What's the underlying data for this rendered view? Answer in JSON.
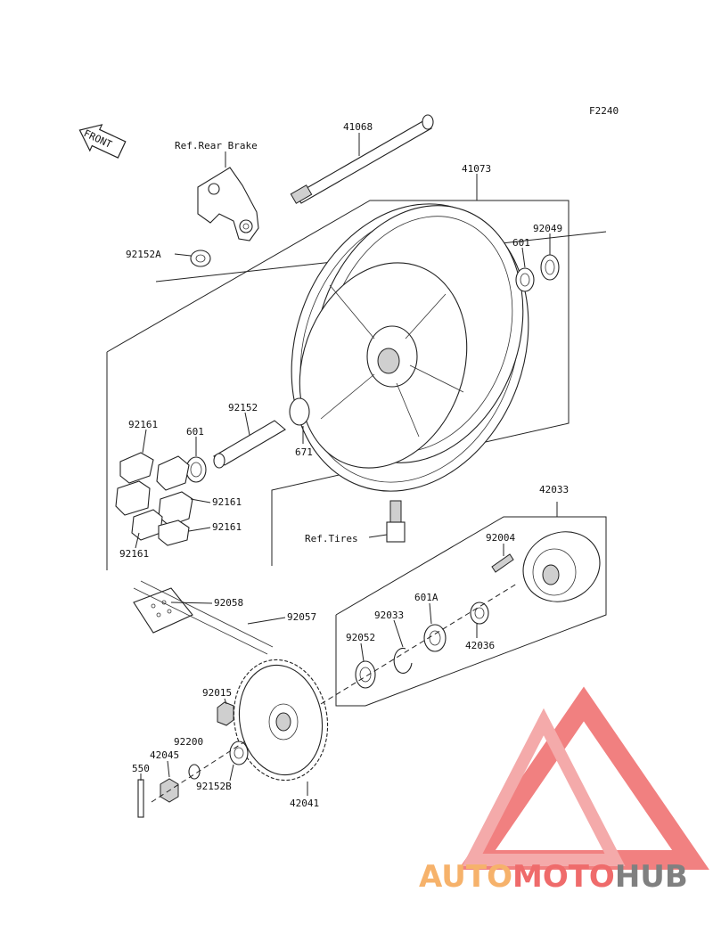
{
  "diagram": {
    "code": "F2240",
    "front_label": "FRONT",
    "labels": {
      "ref_rear_brake": "Ref.Rear Brake",
      "p41068": "41068",
      "p41073": "41073",
      "p92049": "92049",
      "p601_top": "601",
      "p92152A": "92152A",
      "p92152": "92152",
      "p92161_a": "92161",
      "p601_mid": "601",
      "p671": "671",
      "p92161_b": "92161",
      "p92161_c": "92161",
      "p92161_d": "92161",
      "p42033": "42033",
      "ref_tires": "Ref.Tires",
      "p92004": "92004",
      "p92058": "92058",
      "p92057": "92057",
      "p601A": "601A",
      "p92033": "92033",
      "p42036": "42036",
      "p92052": "92052",
      "p92015": "92015",
      "p92200": "92200",
      "p42045": "42045",
      "p550": "550",
      "p92152B": "92152B",
      "p42041": "42041"
    }
  },
  "watermark": {
    "part1": "AUTO",
    "part2": "MOTO",
    "part3": "HUB",
    "color_orange": "#f6b26b",
    "color_red": "#ef6b6b",
    "color_dark": "#808080"
  }
}
